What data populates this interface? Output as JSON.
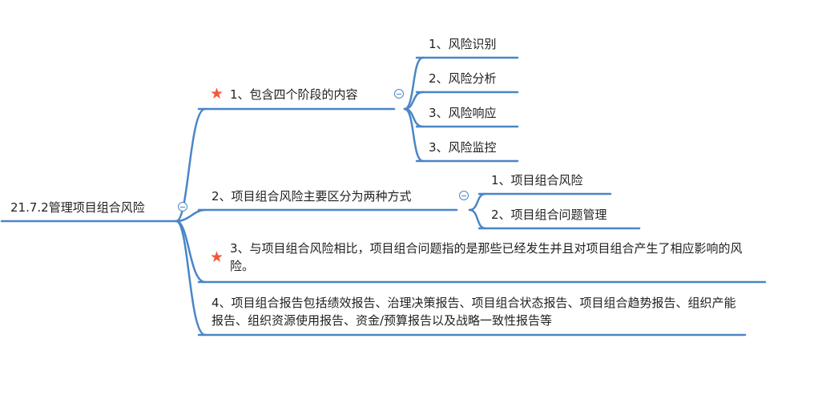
{
  "mindmap": {
    "root": {
      "label": "21.7.2管理项目组合风险"
    },
    "branches": [
      {
        "label": "1、包含四个阶段的内容",
        "starred": true,
        "children": [
          "1、风险识别",
          "2、风险分析",
          "3、风险响应",
          "3、风险监控"
        ]
      },
      {
        "label": "2、项目组合风险主要区分为两种方式",
        "starred": false,
        "children": [
          "1、项目组合风险",
          "2、项目组合问题管理"
        ]
      },
      {
        "label": "3、与项目组合风险相比，项目组合问题指的是那些已经发生并且对项目组合产生了相应影响的风险。",
        "starred": true,
        "children": []
      },
      {
        "label": "4、项目组合报告包括绩效报告、治理决策报告、项目组合状态报告、项目组合趋势报告、组织产能报告、组织资源使用报告、资金/预算报告以及战略一致性报告等",
        "starred": false,
        "children": []
      }
    ],
    "colors": {
      "line": "#4a86c6",
      "star": "#f05a3c",
      "text": "#222222"
    },
    "icons": {
      "star": "star-icon",
      "collapse": "collapse-toggle-icon"
    }
  }
}
